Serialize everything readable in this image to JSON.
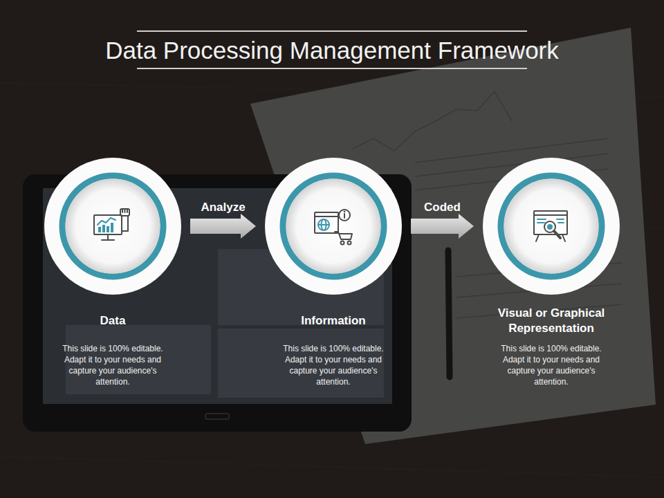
{
  "diagram": {
    "title": "Data Processing Management Framework",
    "nodes": [
      {
        "text": [
          "Data",
          "This slide is 100% editable. Adapt it to your needs and capture your audience's attention."
        ]
      },
      {
        "text": [
          "Information",
          "This slide is 100% editable. Adapt it to your needs and capture your audience's attention."
        ]
      },
      {
        "text": [
          "Visual or Graphical Representation",
          "This slide is 100% editable. Adapt it to your needs and capture your audience's attention."
        ]
      }
    ],
    "edges": [
      {
        "from": 0,
        "to": 1,
        "label": "Analyze",
        "arrow": "to"
      },
      {
        "from": 1,
        "to": 2,
        "label": "Coded",
        "arrow": "to"
      }
    ]
  }
}
